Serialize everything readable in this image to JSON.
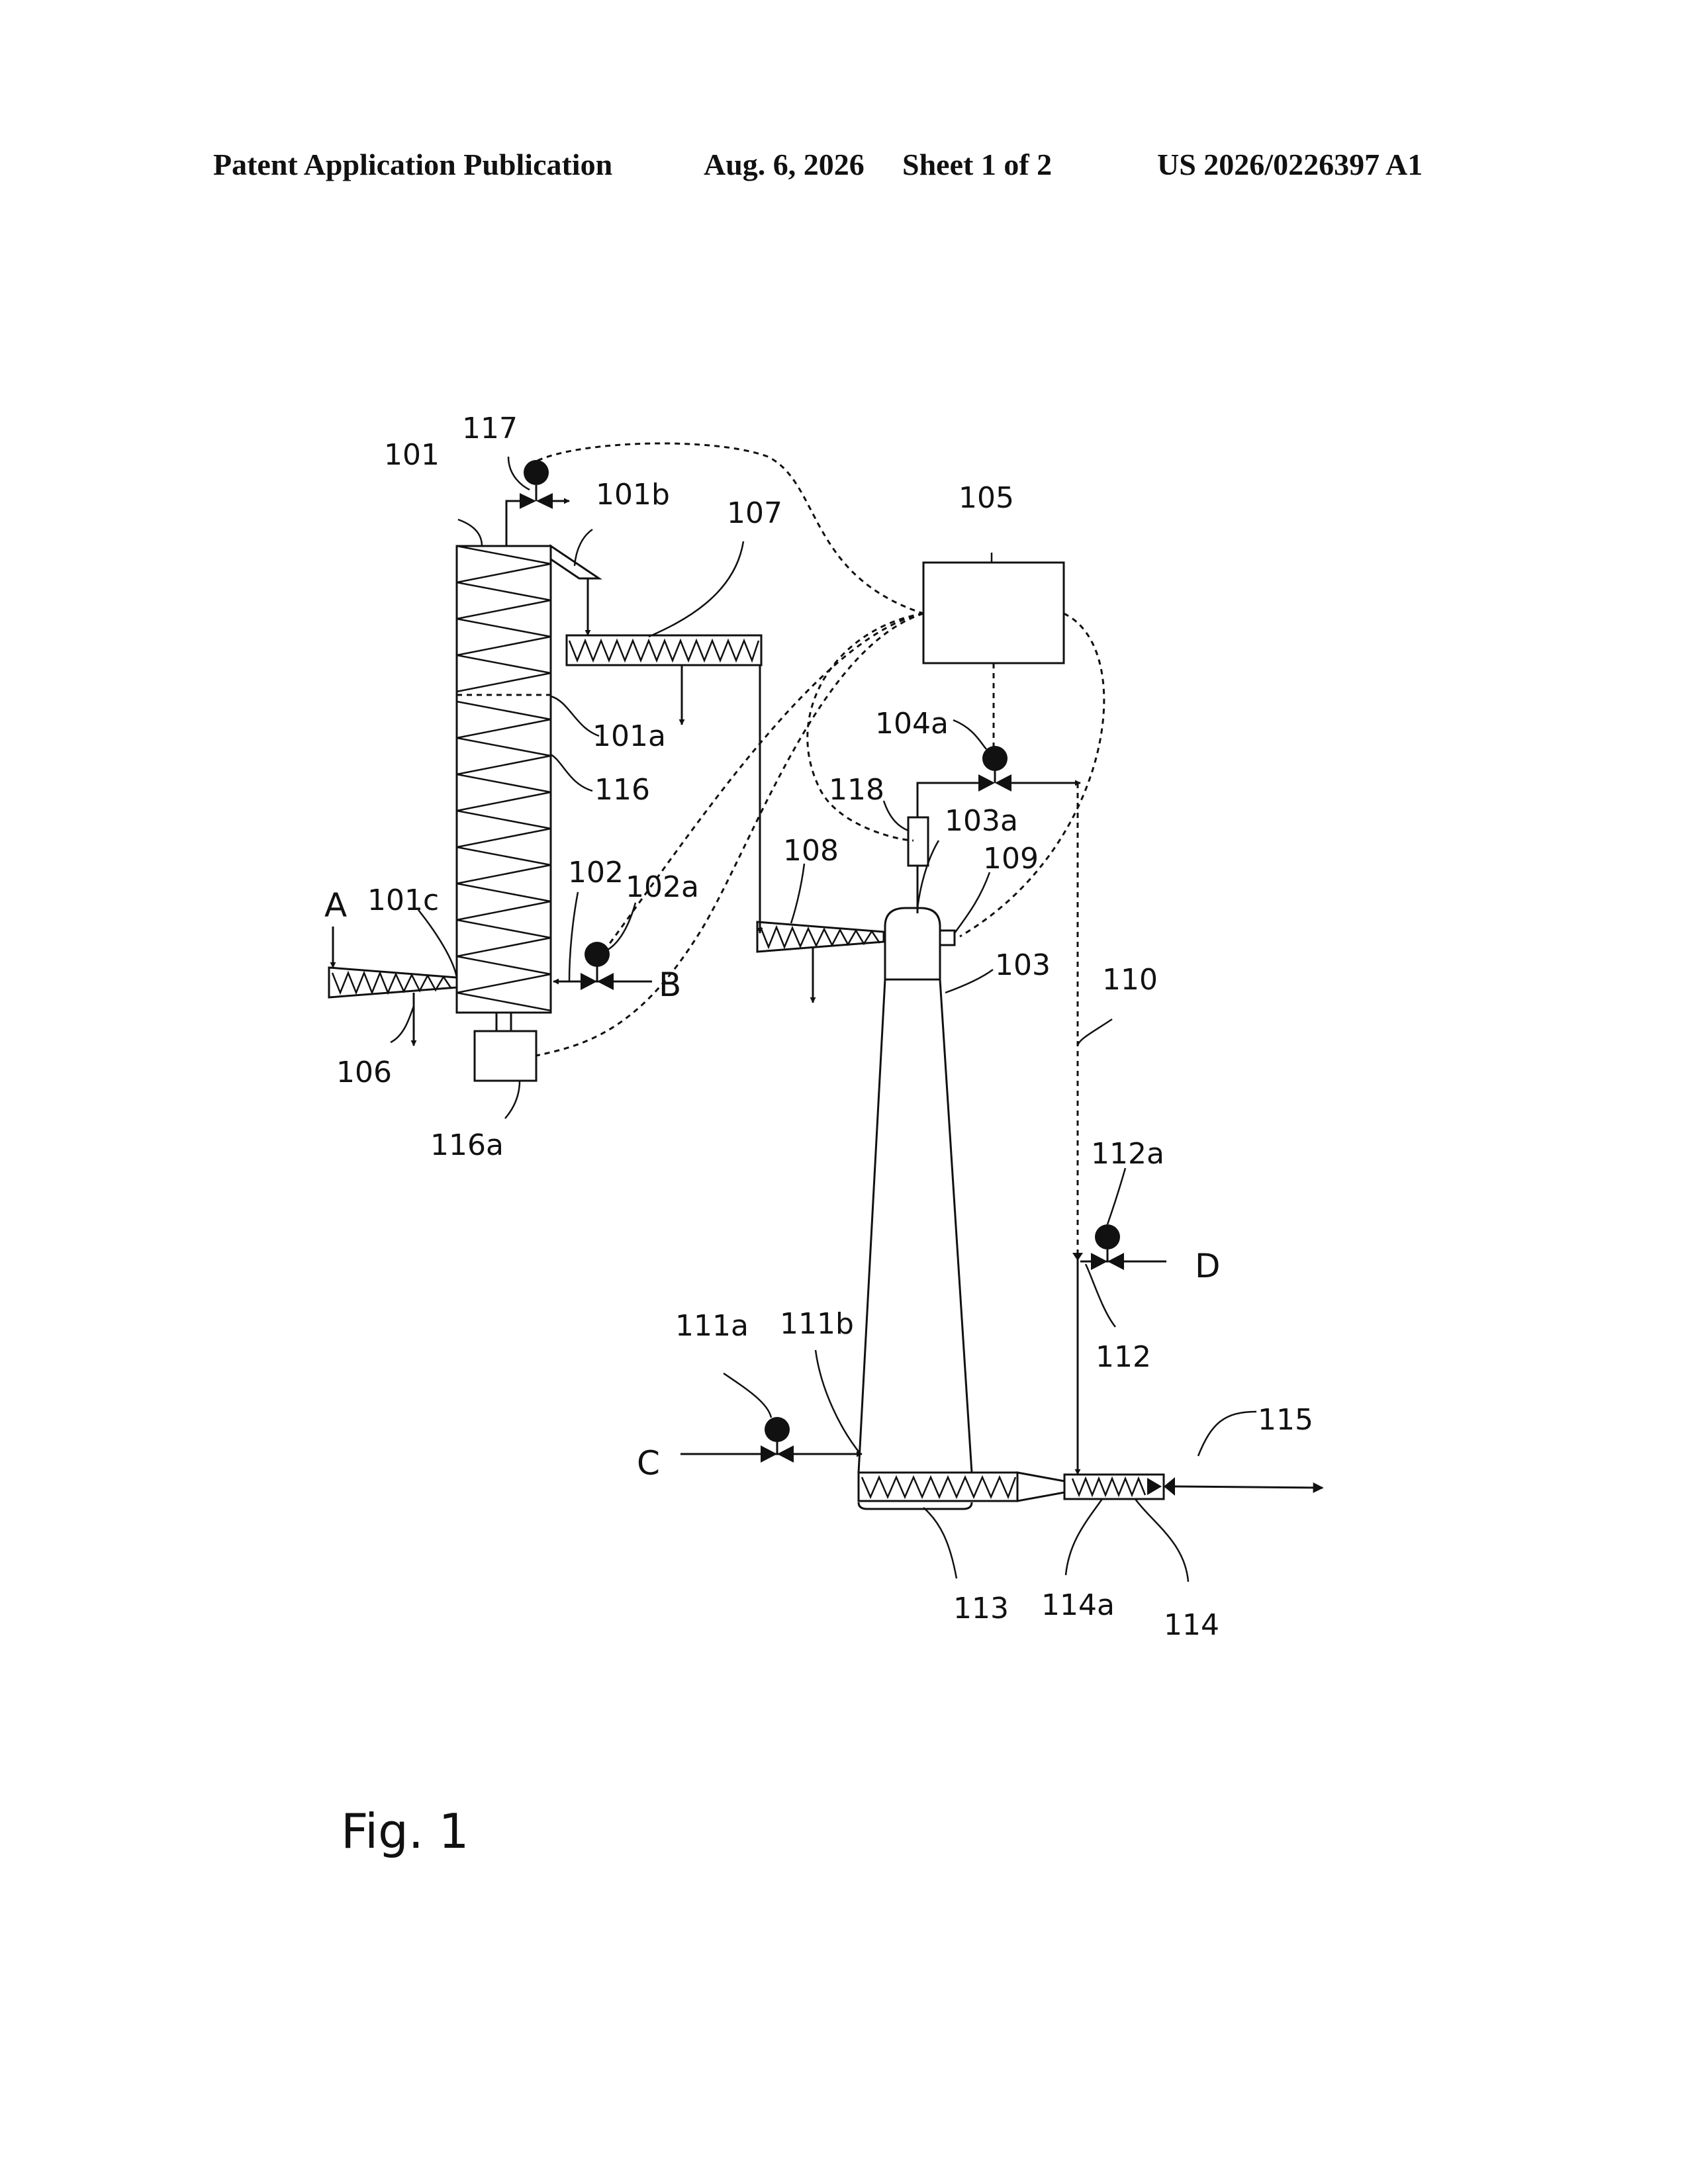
{
  "header": {
    "publication": "Patent Application Publication",
    "date": "Aug. 6, 2026",
    "sheet": "Sheet 1 of 2",
    "number": "US 2026/0226397 A1"
  },
  "figure_label": "Fig. 1",
  "refs": {
    "r101": "101",
    "r101a": "101a",
    "r101b": "101b",
    "r101c": "101c",
    "r102": "102",
    "r102a": "102a",
    "r103": "103",
    "r103a": "103a",
    "r104a": "104a",
    "r105": "105",
    "r106": "106",
    "r107": "107",
    "r108": "108",
    "r109": "109",
    "r110": "110",
    "r111a": "111a",
    "r111b": "111b",
    "r112": "112",
    "r112a": "112a",
    "r113": "113",
    "r114": "114",
    "r114a": "114a",
    "r115": "115",
    "r116": "116",
    "r116a": "116a",
    "r117": "117",
    "r118": "118"
  },
  "streams": {
    "A": "A",
    "B": "B",
    "C": "C",
    "D": "D"
  }
}
